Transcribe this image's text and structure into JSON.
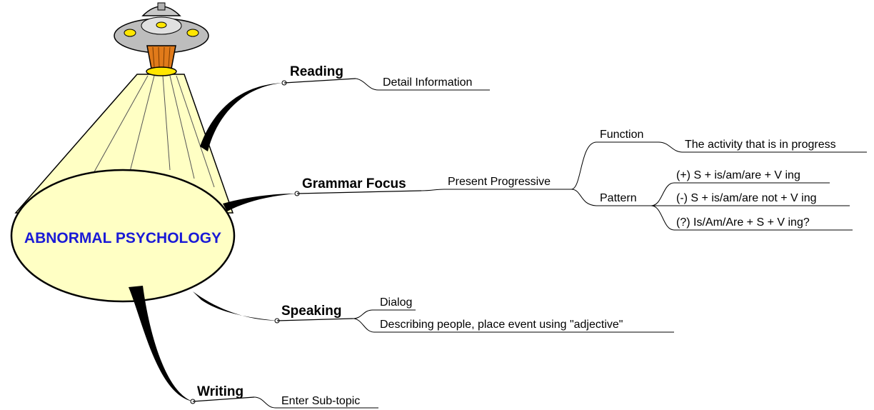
{
  "central_topic": {
    "label": "ABNORMAL PSYCHOLOGY",
    "color": "#1a1ad6",
    "fill": "#ffffc4"
  },
  "branches": {
    "reading": {
      "label": "Reading",
      "subtopics": {
        "detail": "Detail Information"
      }
    },
    "grammar": {
      "label": "Grammar Focus",
      "present_progressive": {
        "label": "Present Progressive",
        "function": {
          "label": "Function",
          "detail": "The activity that is in progress"
        },
        "pattern": {
          "label": "Pattern",
          "items": [
            "(+) S + is/am/are + V ing",
            "(-) S + is/am/are not + V ing",
            "(?) Is/Am/Are + S + V ing?"
          ]
        }
      }
    },
    "speaking": {
      "label": "Speaking",
      "subtopics": [
        "Dialog",
        "Describing people, place event using \"adjective\""
      ]
    },
    "writing": {
      "label": "Writing",
      "subtopics": [
        "Enter Sub-topic"
      ]
    }
  },
  "icons": {
    "central_image": "ufo-beam-icon"
  }
}
